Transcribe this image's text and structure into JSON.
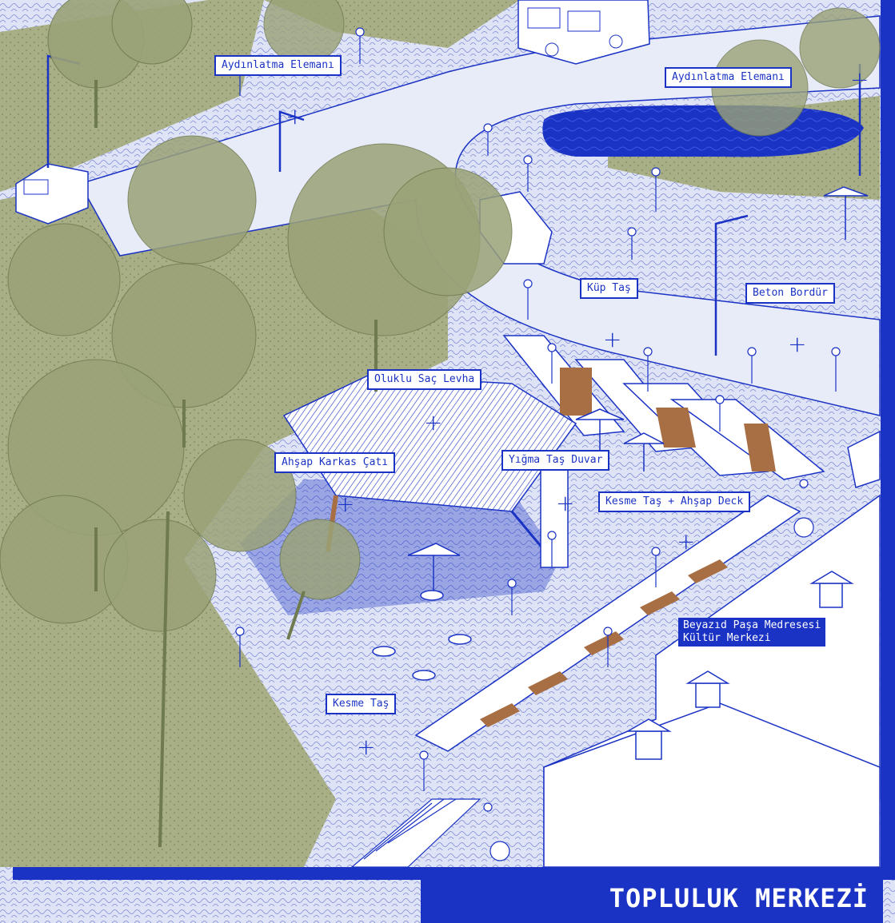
{
  "colors": {
    "blue": "#1b33c4",
    "paving": "#d7dcf3",
    "green": "#9aa277",
    "green_dark": "#6f7a4e",
    "white": "#ffffff"
  },
  "title": "TOPLULUK MERKEZİ",
  "labels": {
    "aydinlatma_1": "Aydınlatma Elemanı",
    "aydinlatma_2": "Aydınlatma Elemanı",
    "kup_tas": "Küp Taş",
    "beton_bordur": "Beton Bordür",
    "oluklu_sac": "Oluklu Saç Levha",
    "ahsap_karkas": "Ahşap Karkas Çatı",
    "yigma_tas": "Yığma Taş Duvar",
    "kesme_deck": "Kesme Taş + Ahşap Deck",
    "medrese_line1": "Beyazıd Paşa Medresesi",
    "medrese_line2": "Kültür Merkezi",
    "kesme_tas": "Kesme Taş"
  },
  "markers": [
    "plus-icon"
  ]
}
